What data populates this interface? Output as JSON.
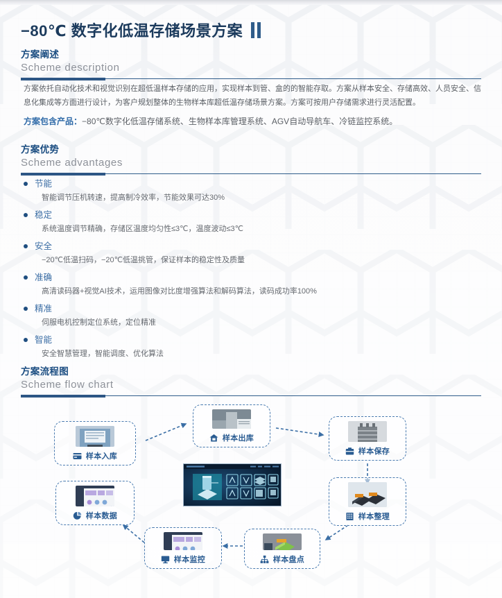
{
  "header": {
    "title": "−80℃ 数字化低温存储场景方案",
    "bars_icon": "double-bar-icon"
  },
  "sections": {
    "description": {
      "title_cn": "方案阐述",
      "title_en": "Scheme description",
      "paragraph1": "方案依托自动化技术和视觉识别在超低温样本存储的应用，实现样本到管、盒的的智能存取。方案从样本安全、存储高效、人员安全、信息化集成等方面进行设计，为客户规划整体的生物样本库超低温存储场景方案。方案可按用户存储需求进行灵活配置。",
      "products_label": "方案包含产品：",
      "products_value": "−80℃数字化低温存储系统、生物样本库管理系统、AGV自动导航车、冷链监控系统。"
    },
    "advantages": {
      "title_cn": "方案优势",
      "title_en": "Scheme advantages",
      "items": [
        {
          "title": "节能",
          "desc": "智能调节压机转速，提高制冷效率，节能效果可达30%"
        },
        {
          "title": "稳定",
          "desc": "系统温度调节精确，存储区温度均匀性≤3℃，温度波动≤3℃"
        },
        {
          "title": "安全",
          "desc": "−20℃低温扫码，−20℃低温挑管，保证样本的稳定性及质量"
        },
        {
          "title": "准确",
          "desc": "高清读码器+视觉AI技术，运用图像对比度增强算法和解码算法，读码成功率100%"
        },
        {
          "title": "精准",
          "desc": "伺服电机控制定位系统，定位精准"
        },
        {
          "title": "智能",
          "desc": "安全智慧管理，智能调度、优化算法"
        }
      ]
    },
    "flow": {
      "title_cn": "方案流程图",
      "title_en": "Scheme flow chart",
      "nodes": [
        {
          "id": "inbound",
          "label": "样本入库",
          "icon": "card-reader-icon"
        },
        {
          "id": "outbound",
          "label": "样本出库",
          "icon": "home-storage-icon"
        },
        {
          "id": "preserve",
          "label": "样本保存",
          "icon": "freezer-icon"
        },
        {
          "id": "organize",
          "label": "样本整理",
          "icon": "rack-icon"
        },
        {
          "id": "inventory",
          "label": "样本盘点",
          "icon": "sitemap-icon"
        },
        {
          "id": "monitor",
          "label": "样本监控",
          "icon": "monitor-icon"
        },
        {
          "id": "data",
          "label": "样本数据",
          "icon": "pie-chart-icon"
        }
      ],
      "center_label": "central-control-screen"
    }
  },
  "colors": {
    "title": "#1b3a5c",
    "accent": "#2f5c8a",
    "heading_cn": "#1c4e82",
    "heading_en": "#8d9199",
    "body": "#5c6066",
    "link": "#2f6aa8",
    "dashed_border": "#4a7bb0"
  }
}
